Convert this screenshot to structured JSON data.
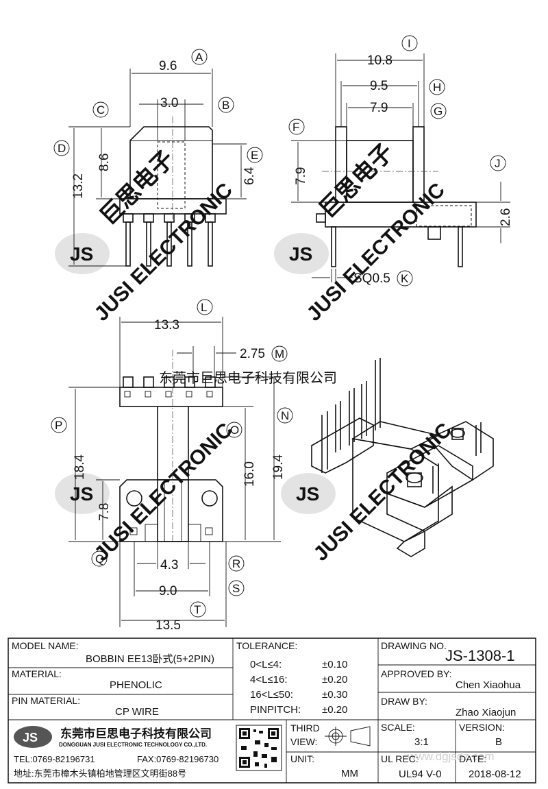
{
  "dimensions": {
    "a": "9.6",
    "a_width_top": "3.0",
    "c_height": "8.6",
    "d_height": "13.2",
    "e_height": "6.4",
    "i": "10.8",
    "h": "9.5",
    "g": "7.9",
    "f": "7.9",
    "j": "2.6",
    "k": "SQ0.5",
    "l": "13.3",
    "m": "2.75",
    "p": "18.4",
    "o": "16.0",
    "n": "19.4",
    "q": "7.8",
    "r": "4.3",
    "s": "9.0",
    "t": "13.5"
  },
  "callouts": [
    "A",
    "B",
    "C",
    "D",
    "E",
    "F",
    "G",
    "H",
    "I",
    "J",
    "K",
    "L",
    "M",
    "N",
    "O",
    "P",
    "Q",
    "R",
    "S",
    "T"
  ],
  "watermark": {
    "logo": "JS",
    "line": "JUSI ELECTRONIC",
    "cn": "东莞市巨思电子科技有限公司",
    "cn_short": "巨思电子"
  },
  "title_block": {
    "model_label": "MODEL NAME:",
    "model_value": "BOBBIN EE13卧式(5+2PIN)",
    "material_label": "MATERIAL:",
    "material_value": "PHENOLIC",
    "pin_label": "PIN MATERIAL:",
    "pin_value": "CP WIRE",
    "tolerance_label": "TOLERANCE:",
    "tolerances": [
      {
        "range": "0<L≤4:",
        "value": "±0.10"
      },
      {
        "range": "4<L≤16:",
        "value": "±0.20"
      },
      {
        "range": "16<L≤50:",
        "value": "±0.30"
      },
      {
        "range": "PINPITCH:",
        "value": "±0.20"
      }
    ],
    "drawing_no_label": "DRAWING NO.",
    "drawing_no": "JS-1308-1",
    "approved_label": "APPROVED BY:",
    "approved_value": "Chen Xiaohua",
    "draw_label": "DRAW BY:",
    "draw_value": "Zhao Xiaojun",
    "company_logo": "JS",
    "company_cn": "东莞市巨思电子科技有限公司",
    "company_en": "DONGGUAN JUSI ELECTRONIC TECHNOLOGY CO.,LTD.",
    "tel": "TEL:0769-82196731",
    "fax": "FAX:0769-82196730",
    "address": "地址:东莞市樟木头镇柏地管理区文明街88号",
    "third_label": "THIRD",
    "view_label": "VIEW:",
    "unit_label": "UNIT:",
    "unit_value": "MM",
    "scale_label": "SCALE:",
    "scale_value": "3:1",
    "version_label": "VERSION:",
    "version_value": "B",
    "ul_label": "UL REC:",
    "ul_value": "UL94 V-0",
    "date_label": "DATE:",
    "date_value": "2018-08-12",
    "site": "www.dgjsdz.com"
  }
}
